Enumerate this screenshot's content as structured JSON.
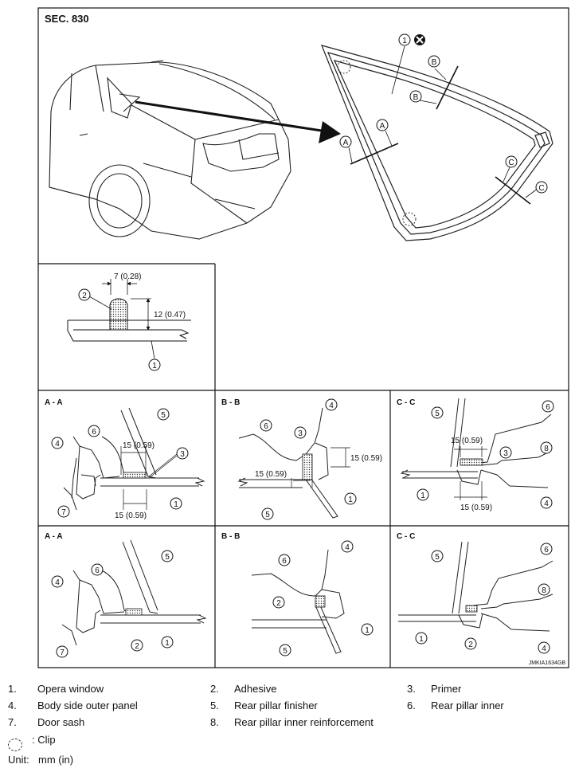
{
  "section_label": "SEC. 830",
  "figure_id": "JMKIA1634GB",
  "views": {
    "aa": "A - A",
    "bb": "B - B",
    "cc": "C - C"
  },
  "callouts": {
    "one": "1",
    "two": "2",
    "three": "3",
    "four": "4",
    "five": "5",
    "six": "6",
    "seven": "7",
    "eight": "8",
    "a": "A",
    "b": "B",
    "c": "C"
  },
  "dimensions": {
    "bead_width": "7 (0.28)",
    "bead_height": "12 (0.47)",
    "overlap": "15 (0.59)"
  },
  "legend": [
    {
      "num": "1.",
      "text": "Opera window"
    },
    {
      "num": "2.",
      "text": "Adhesive"
    },
    {
      "num": "3.",
      "text": "Primer"
    },
    {
      "num": "4.",
      "text": "Body side outer panel"
    },
    {
      "num": "5.",
      "text": "Rear pillar finisher"
    },
    {
      "num": "6.",
      "text": "Rear pillar inner"
    },
    {
      "num": "7.",
      "text": "Door sash"
    },
    {
      "num": "8.",
      "text": "Rear pillar inner reinforcement"
    }
  ],
  "clip_legend": ": Clip",
  "unit_label": "Unit:",
  "unit_value": "mm (in)"
}
